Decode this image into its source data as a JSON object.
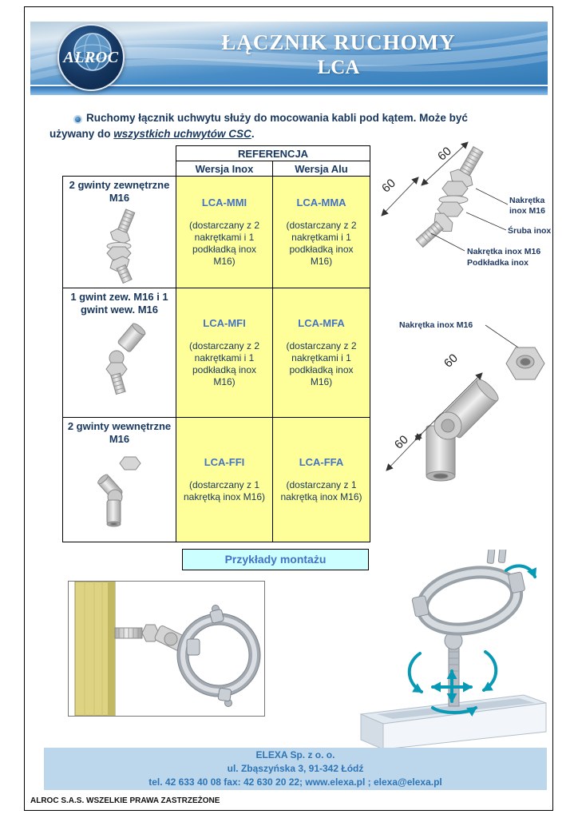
{
  "header": {
    "logo_text": "ALROC",
    "title_line1": "ŁĄCZNIK RUCHOMY",
    "title_line2": "LCA"
  },
  "intro": {
    "before": "Ruchomy łącznik uchwytu służy do mocowania kabli pod kątem. Może być używany do ",
    "emphasis": "wszystkich uchwytów CSC",
    "after": "."
  },
  "table": {
    "title": "REFERENCJA",
    "col_inox": "Wersja Inox",
    "col_alu": "Wersja Alu",
    "rows": [
      {
        "label": "2 gwinty zewnętrzne M16",
        "inox_code": "LCA-MMI",
        "inox_desc": "(dostarczany z 2 nakrętkami i 1 podkładką inox M16)",
        "alu_code": "LCA-MMA",
        "alu_desc": "(dostarczany z 2 nakrętkami i 1 podkładką inox M16)"
      },
      {
        "label": "1 gwint zew. M16 i 1 gwint wew. M16",
        "inox_code": "LCA-MFI",
        "inox_desc": "(dostarczany z 2 nakrętkami i 1 podkładką inox M16)",
        "alu_code": "LCA-MFA",
        "alu_desc": "(dostarczany z 2 nakrętkami i 1 podkładką inox M16)"
      },
      {
        "label": "2 gwinty wewnętrzne M16",
        "inox_code": "LCA-FFI",
        "inox_desc": "(dostarczany z 1 nakrętką inox M16)",
        "alu_code": "LCA-FFA",
        "alu_desc": "(dostarczany z 1 nakrętką inox M16)"
      }
    ]
  },
  "diagram_top": {
    "dim1": "60",
    "dim2": "60",
    "callout_nut_top_1": "Nakrętka",
    "callout_nut_top_2": "inox M16",
    "callout_bolt": "Śruba inox",
    "callout_nut_bottom": "Nakrętka inox M16",
    "callout_washer": "Podkładka inox"
  },
  "diagram_middle": {
    "callout_nut": "Nakrętka inox M16",
    "dim1": "60",
    "dim2": "60"
  },
  "examples": {
    "title": "Przykłady montażu"
  },
  "footer": {
    "company": "ELEXA Sp. z o. o.",
    "address": "ul. Zbąszyńska 3, 91-342 Łódź",
    "contact_prefix": "tel. 42 633 40 08 fax: 42 630 20 22; ",
    "website": "www.elexa.pl",
    "separator": " ; ",
    "email": "elexa@elexa.pl",
    "copyright": "ALROC S.A.S. WSZELKIE PRAWA ZASTRZEŻONE"
  },
  "colors": {
    "banner_blue": "#2f76b5",
    "dark_text": "#17365d",
    "code_blue": "#4472c4",
    "cell_yellow": "#ffff99",
    "examples_cyan": "#ccffff",
    "footer_bar": "#bcd6ec",
    "footer_text": "#2e75b6",
    "arrow_teal": "#0899b5"
  }
}
